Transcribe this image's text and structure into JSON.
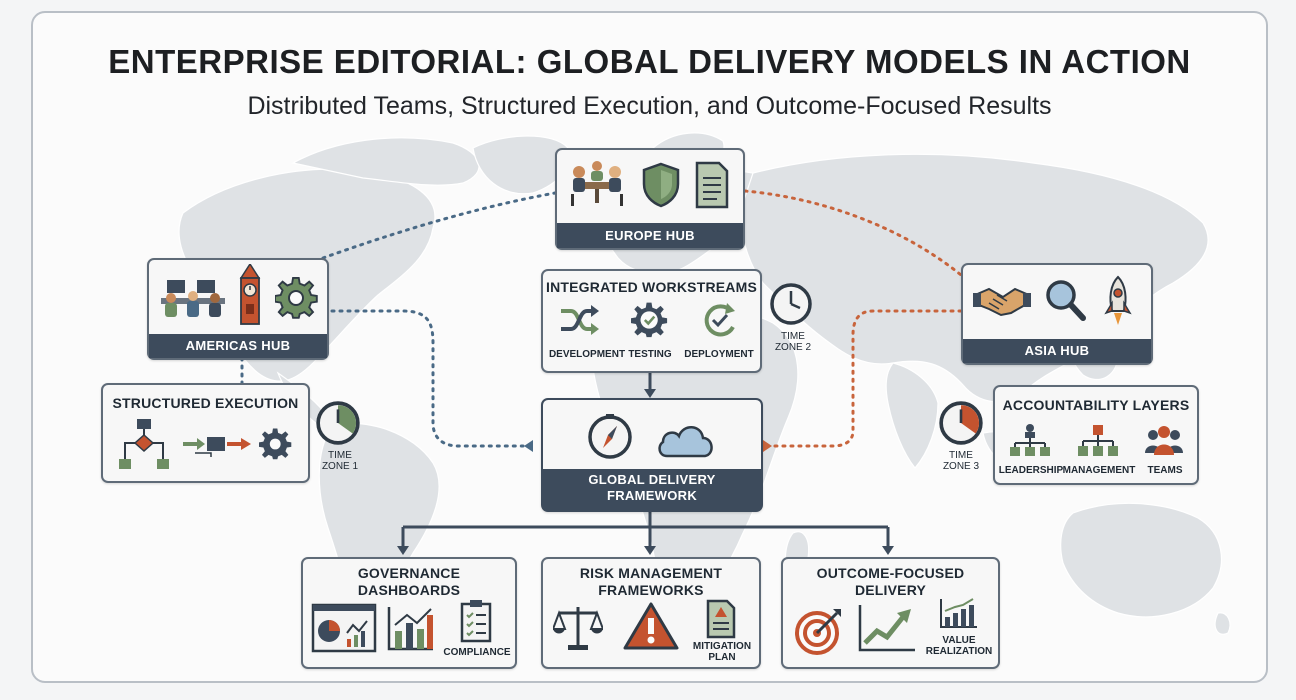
{
  "header": {
    "title": "ENTERPRISE EDITORIAL: GLOBAL DELIVERY MODELS IN ACTION",
    "subtitle": "Distributed Teams, Structured Execution, and Outcome-Focused Results"
  },
  "hubs": {
    "europe": "EUROPE HUB",
    "americas": "AMERICAS HUB",
    "asia": "ASIA HUB"
  },
  "workstreams": {
    "title": "INTEGRATED WORKSTREAMS",
    "items": [
      "DEVELOPMENT",
      "TESTING",
      "DEPLOYMENT"
    ]
  },
  "time_zones": {
    "tz1": [
      "TIME",
      "ZONE 1"
    ],
    "tz2": [
      "TIME",
      "ZONE 2"
    ],
    "tz3": [
      "TIME",
      "ZONE 3"
    ]
  },
  "structured_execution": {
    "title": "STRUCTURED EXECUTION"
  },
  "accountability": {
    "title": "ACCOUNTABILITY LAYERS",
    "items": [
      "LEADERSHIP",
      "MANAGEMENT",
      "TEAMS"
    ]
  },
  "framework": {
    "line1": "GLOBAL DELIVERY",
    "line2": "FRAMEWORK"
  },
  "governance": {
    "line1": "GOVERNANCE",
    "line2": "DASHBOARDS",
    "item": "COMPLIANCE"
  },
  "risk": {
    "line1": "RISK MANAGEMENT",
    "line2": "FRAMEWORKS",
    "item_line1": "MITIGATION",
    "item_line2": "PLAN"
  },
  "outcome": {
    "line1": "OUTCOME-FOCUSED",
    "line2": "DELIVERY",
    "item_line1": "VALUE",
    "item_line2": "REALIZATION"
  },
  "colors": {
    "navy": "#3d4b5c",
    "blue_link": "#4a6a86",
    "orange_link": "#c8643c",
    "green_accent": "#6e8e63",
    "red_accent": "#c4532f"
  }
}
